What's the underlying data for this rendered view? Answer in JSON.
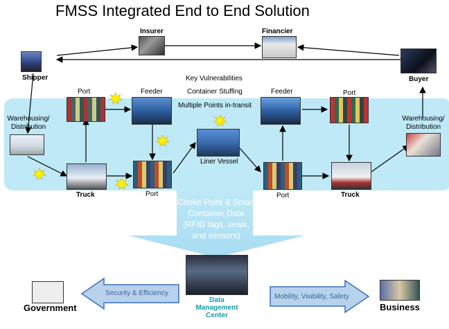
{
  "title": "FMSS Integrated End to End Solution",
  "nodes": {
    "insurer": "Insurer",
    "financier": "Financier",
    "shipper": "Shipper",
    "buyer": "Buyer",
    "port_tl": "Port",
    "feeder_l": "Feeder",
    "feeder_r": "Feeder",
    "port_tr": "Port",
    "warehousing_l": "Warehousing/\nDistribution",
    "warehousing_r": "Warehousing/\nDistribution",
    "truck_l": "Truck",
    "port_bl": "Port",
    "liner_vessel": "Liner Vessel",
    "port_br": "Port",
    "truck_r": "Truck"
  },
  "vulnerabilities": {
    "heading": "Key Vulnerabilities",
    "item1": "Container Stuffing",
    "item2": "Multiple Points in-transit"
  },
  "choke_point": {
    "line1": "Choke Point & Smart",
    "line2": "Container Data",
    "line3": "(RFID tags, seals,",
    "line4": "and sensors)"
  },
  "data_center": {
    "line1": "Data",
    "line2": "Management",
    "line3": "Center"
  },
  "arrows": {
    "left": "Security & Efficiency",
    "right": "Mobility, Visibility, Safety"
  },
  "government": "Government",
  "business": "Business",
  "colors": {
    "band": "#bfe9f7",
    "arrow_fill": "#b8d2ee",
    "arrow_stroke": "#3a6fb7",
    "choke_text": "#ffffff",
    "center_text": "#1a9aa3",
    "starburst": "#fff200"
  }
}
